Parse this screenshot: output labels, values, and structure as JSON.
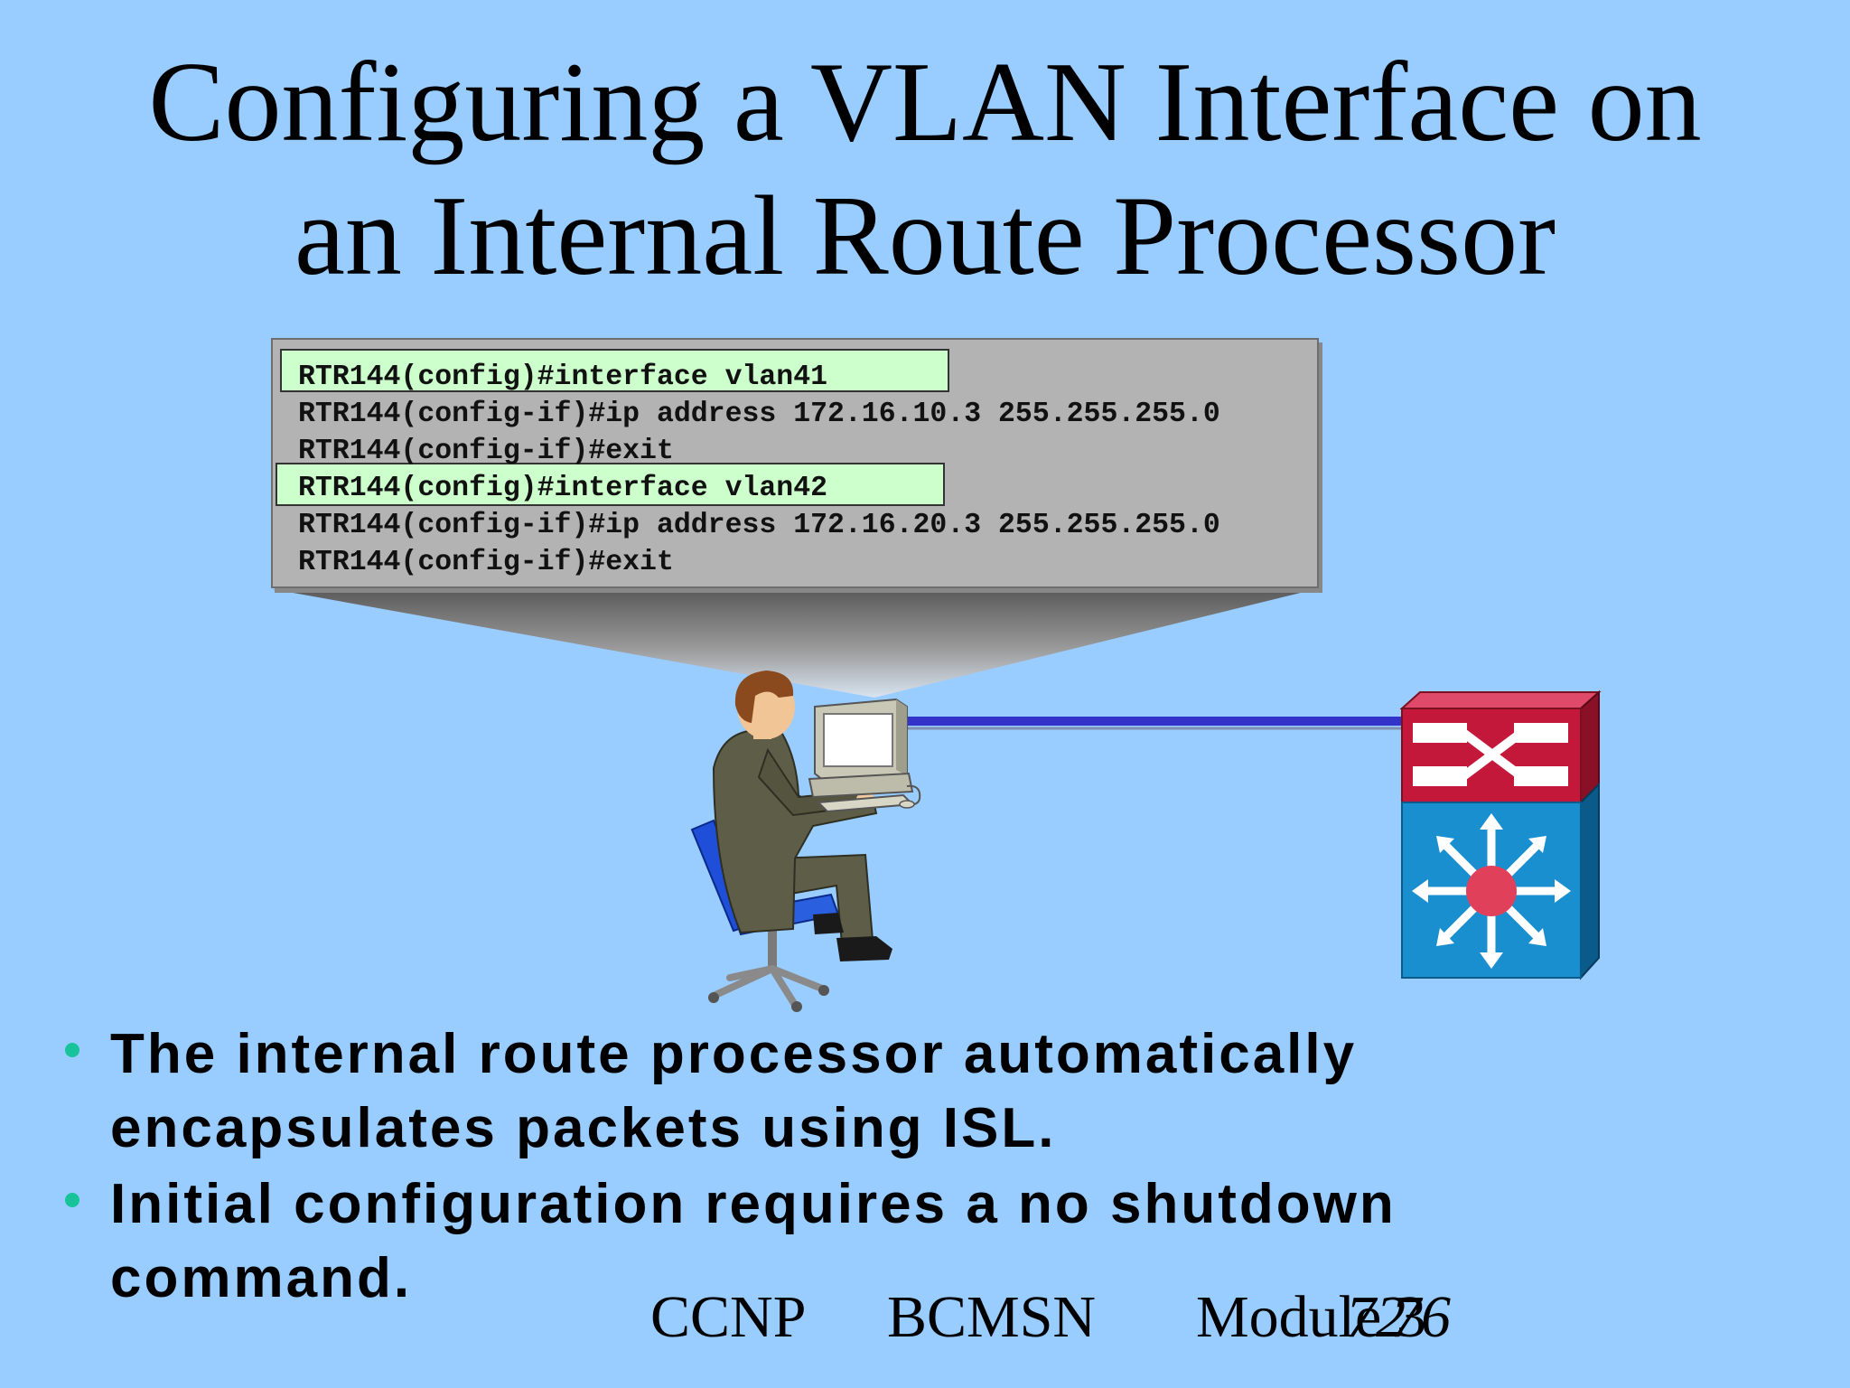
{
  "slide": {
    "title_line1": "Configuring a VLAN Interface on",
    "title_line2": "an Internal Route Processor"
  },
  "cli": {
    "lines": [
      "RTR144(config)#interface vlan41",
      "RTR144(config-if)#ip address 172.16.10.3 255.255.255.0",
      "RTR144(config-if)#exit",
      "RTR144(config)#interface vlan42",
      "RTR144(config-if)#ip address 172.16.20.3 255.255.255.0",
      "RTR144(config-if)#exit"
    ],
    "highlight_color": "#ccffcc",
    "box_color": "#b3b3b3"
  },
  "diagram": {
    "left_icon": "admin-at-workstation-icon",
    "right_icon": "multilayer-switch-icon",
    "link_color": "#3333cc"
  },
  "bullets": [
    "The internal route processor automatically encapsulates packets using ISL.",
    "Initial configuration requires a no shutdown command."
  ],
  "footer": {
    "course": "CCNP",
    "module_name": "BCMSN",
    "module": "Module 3",
    "page": "72",
    "total": "76"
  },
  "colors": {
    "background": "#99ccff",
    "bullet": "#19c39a"
  }
}
